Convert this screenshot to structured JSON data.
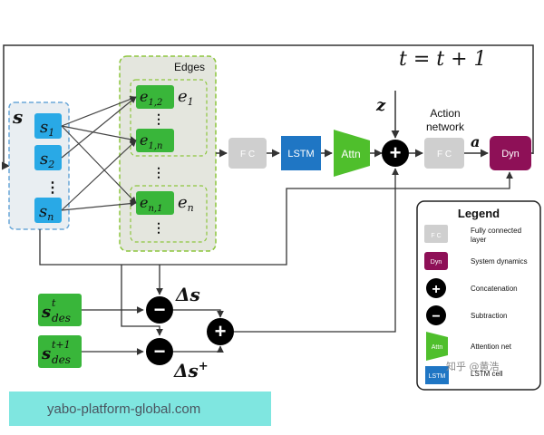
{
  "edges": {
    "title": "Edges",
    "e1": "e",
    "e1_sub": "1",
    "en": "e",
    "en_sub": "n",
    "dots": "⋮"
  },
  "state": {
    "label": "s",
    "s1": "s",
    "s1_sub": "1",
    "s2": "s",
    "s2_sub": "2",
    "sn": "s",
    "sn_sub": "n",
    "dots": "⋮"
  },
  "edge_nodes": {
    "e12": "e",
    "e12_sub": "1,2",
    "e1n": "e",
    "e1n_sub": "1,n",
    "en1": "e",
    "en1_sub": "n,1"
  },
  "pipeline": {
    "fc1": "F C",
    "lstm": "LSTM",
    "attn": "Attn",
    "fc2": "F C",
    "dyn": "Dyn"
  },
  "labels": {
    "update": "t = t + 1",
    "z": "z",
    "action_network_line1": "Action",
    "action_network_line2": "network",
    "a": "a",
    "delta_s": "Δs",
    "delta_s_plus": "Δs",
    "delta_s_plus_sup": "+",
    "sdes_t": "s",
    "sdes_t_sub": "des",
    "sdes_t_sup": "t",
    "sdes_t1": "s",
    "sdes_t1_sub": "des",
    "sdes_t1_sup": "t+1",
    "plus": "+",
    "minus": "−"
  },
  "legend": {
    "title": "Legend",
    "items": [
      {
        "swatch": "F C",
        "label_line1": "Fully connected",
        "label_line2": "layer"
      },
      {
        "swatch": "Dyn",
        "label_line1": "System dynamics",
        "label_line2": ""
      },
      {
        "swatch": "+",
        "label_line1": "Concatenation",
        "label_line2": ""
      },
      {
        "swatch": "−",
        "label_line1": "Subtraction",
        "label_line2": ""
      },
      {
        "swatch": "Attn",
        "label_line1": "Attention net",
        "label_line2": ""
      },
      {
        "swatch": "LSTM",
        "label_line1": "LSTM cell",
        "label_line2": ""
      }
    ]
  },
  "watermark": {
    "site": "yabo-platform-global.com",
    "credit": "知乎 @黄浩"
  },
  "colors": {
    "blue_node": "#29a9e6",
    "green_node": "#39b63a",
    "fc_gray": "#cfcfcf",
    "lstm_blue": "#1f76c4",
    "dyn_purple": "#8e1057",
    "attn_green": "#4fbf2c"
  }
}
